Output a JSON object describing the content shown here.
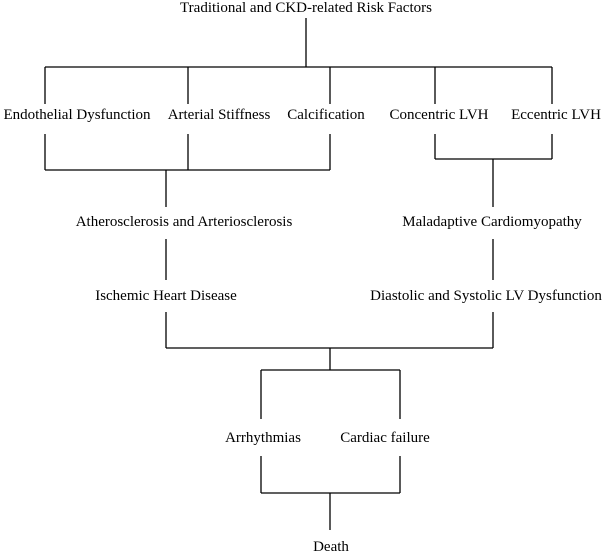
{
  "diagram": {
    "nodes": {
      "risk_factors": "Traditional and CKD-related Risk Factors",
      "endothelial_dysfunction": "Endothelial Dysfunction",
      "arterial_stiffness": "Arterial Stiffness",
      "calcification": "Calcification",
      "concentric_lvh": "Concentric LVH",
      "eccentric_lvh": "Eccentric LVH",
      "atherosclerosis": "Atherosclerosis and Arteriosclerosis",
      "maladaptive_cardiomyopathy": "Maladaptive Cardiomyopathy",
      "ischemic_heart_disease": "Ischemic Heart Disease",
      "lv_dysfunction": "Diastolic and Systolic LV Dysfunction",
      "arrhythmias": "Arrhythmias",
      "cardiac_failure": "Cardiac failure",
      "death": "Death"
    },
    "line_color": "#000000",
    "text_color": "#000000"
  }
}
